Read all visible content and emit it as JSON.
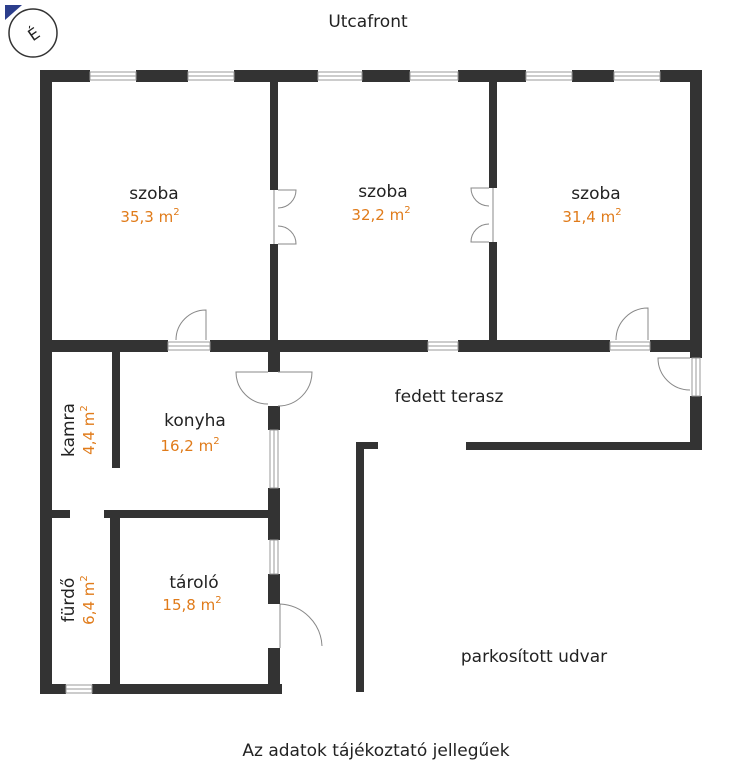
{
  "header": {
    "street_label": "Utcafront",
    "compass_letter": "É",
    "compass_icon": "compass-icon"
  },
  "footer": {
    "disclaimer": "Az adatok tájékoztató jellegűek"
  },
  "colors": {
    "wall": "#333333",
    "area_text": "#e07b1a",
    "label_text": "#222222"
  },
  "rooms": {
    "szoba1": {
      "name": "szoba",
      "area": "35,3 m",
      "unit_exp": "2"
    },
    "szoba2": {
      "name": "szoba",
      "area": "32,2 m",
      "unit_exp": "2"
    },
    "szoba3": {
      "name": "szoba",
      "area": "31,4 m",
      "unit_exp": "2"
    },
    "kamra": {
      "name": "kamra",
      "area": "4,4 m",
      "unit_exp": "2"
    },
    "konyha": {
      "name": "konyha",
      "area": "16,2 m",
      "unit_exp": "2"
    },
    "furdo": {
      "name": "fürdő",
      "area": "6,4 m",
      "unit_exp": "2"
    },
    "tarolo": {
      "name": "tároló",
      "area": "15,8 m",
      "unit_exp": "2"
    },
    "terasz": {
      "name": "fedett terasz"
    },
    "udvar": {
      "name": "parkosított udvar"
    }
  }
}
